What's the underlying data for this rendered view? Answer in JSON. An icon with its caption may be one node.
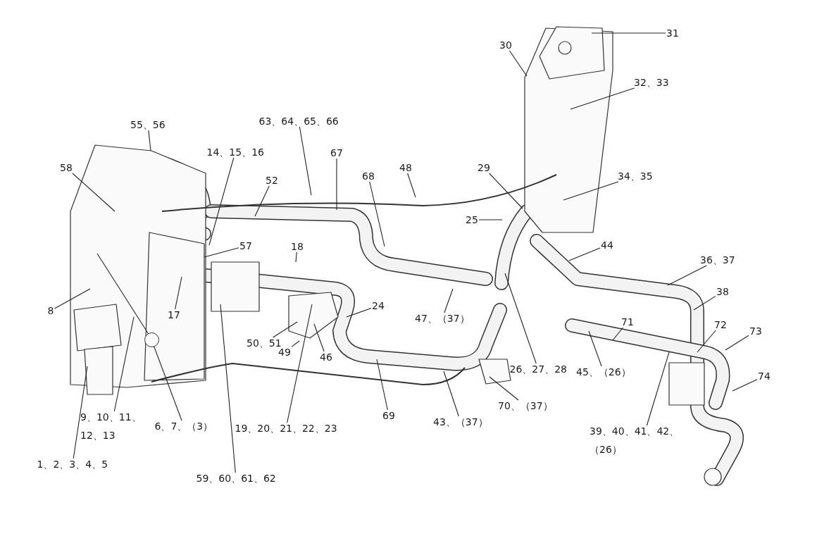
{
  "diagram": {
    "nodes": [
      {
        "text": [
          "31"
        ]
      },
      {
        "text": [
          "30"
        ]
      },
      {
        "text": [
          "32、33"
        ]
      },
      {
        "text": [
          "55、56"
        ]
      },
      {
        "text": [
          "63、64、65、66"
        ]
      },
      {
        "text": [
          "14、15、16"
        ]
      },
      {
        "text": [
          "67"
        ]
      },
      {
        "text": [
          "68"
        ]
      },
      {
        "text": [
          "48"
        ]
      },
      {
        "text": [
          "29"
        ]
      },
      {
        "text": [
          "34、35"
        ]
      },
      {
        "text": [
          "58"
        ]
      },
      {
        "text": [
          "52"
        ]
      },
      {
        "text": [
          "25"
        ]
      },
      {
        "text": [
          "57"
        ]
      },
      {
        "text": [
          "18"
        ]
      },
      {
        "text": [
          "44"
        ]
      },
      {
        "text": [
          "36、37"
        ]
      },
      {
        "text": [
          "8"
        ]
      },
      {
        "text": [
          "17"
        ]
      },
      {
        "text": [
          "24"
        ]
      },
      {
        "text": [
          "38"
        ]
      },
      {
        "text": [
          "47、（37）"
        ]
      },
      {
        "text": [
          "26、27、28"
        ]
      },
      {
        "text": [
          "50、51"
        ]
      },
      {
        "text": [
          "49"
        ]
      },
      {
        "text": [
          "46"
        ]
      },
      {
        "text": [
          "71"
        ]
      },
      {
        "text": [
          "72"
        ]
      },
      {
        "text": [
          "73"
        ]
      },
      {
        "text": [
          "74"
        ]
      },
      {
        "text": [
          "45、（26）"
        ]
      },
      {
        "text": [
          "9、10、11、12、13"
        ]
      },
      {
        "text": [
          "6、7、（3）"
        ]
      },
      {
        "text": [
          "1、2、3、4、5"
        ]
      },
      {
        "text": [
          "19、20、21、22、23"
        ]
      },
      {
        "text": [
          "59、60、61、62"
        ]
      },
      {
        "text": [
          "69"
        ]
      },
      {
        "text": [
          "43、（37）"
        ]
      },
      {
        "text": [
          "70、（37）"
        ]
      },
      {
        "text": [
          "39、40、41、42、（26）"
        ]
      },
      {
        "text": [],
        "shape": "circle"
      }
    ],
    "edges": [
      {
        "from": 0,
        "to": null,
        "arrow": "none"
      },
      {
        "from": 1,
        "to": null,
        "arrow": "none"
      },
      {
        "from": 2,
        "to": null,
        "arrow": "none"
      },
      {
        "from": 3,
        "to": null,
        "arrow": "none"
      },
      {
        "from": 4,
        "to": null,
        "arrow": "none"
      },
      {
        "from": 5,
        "to": null,
        "arrow": "none"
      },
      {
        "from": 6,
        "to": null,
        "arrow": "none"
      },
      {
        "from": 7,
        "to": null,
        "arrow": "none"
      },
      {
        "from": 8,
        "to": null,
        "arrow": "none"
      },
      {
        "from": 9,
        "to": null,
        "arrow": "none"
      },
      {
        "from": 10,
        "to": null,
        "arrow": "none"
      },
      {
        "from": 11,
        "to": null,
        "arrow": "none"
      },
      {
        "from": 12,
        "to": null,
        "arrow": "none"
      },
      {
        "from": 13,
        "to": null,
        "arrow": "none"
      },
      {
        "from": 14,
        "to": null,
        "arrow": "none"
      },
      {
        "from": 15,
        "to": null,
        "arrow": "none"
      },
      {
        "from": 16,
        "to": null,
        "arrow": "none"
      },
      {
        "from": 17,
        "to": null,
        "arrow": "none"
      },
      {
        "from": 18,
        "to": null,
        "arrow": "none"
      },
      {
        "from": 19,
        "to": null,
        "arrow": "none"
      },
      {
        "from": 20,
        "to": null,
        "arrow": "none"
      },
      {
        "from": 21,
        "to": null,
        "arrow": "none"
      },
      {
        "from": 22,
        "to": null,
        "arrow": "none"
      },
      {
        "from": 23,
        "to": null,
        "arrow": "none"
      },
      {
        "from": 24,
        "to": null,
        "arrow": "none"
      },
      {
        "from": 25,
        "to": null,
        "arrow": "none"
      },
      {
        "from": 26,
        "to": null,
        "arrow": "none"
      },
      {
        "from": 27,
        "to": null,
        "arrow": "none"
      },
      {
        "from": 28,
        "to": null,
        "arrow": "none"
      },
      {
        "from": 29,
        "to": null,
        "arrow": "none"
      },
      {
        "from": 30,
        "to": null,
        "arrow": "none"
      },
      {
        "from": 31,
        "to": null,
        "arrow": "none"
      },
      {
        "from": 32,
        "to": null,
        "arrow": "none"
      },
      {
        "from": 33,
        "to": 41,
        "arrow": "none"
      },
      {
        "from": 34,
        "to": null,
        "arrow": "none"
      },
      {
        "from": 35,
        "to": null,
        "arrow": "none"
      },
      {
        "from": 36,
        "to": null,
        "arrow": "none"
      },
      {
        "from": 37,
        "to": null,
        "arrow": "none"
      },
      {
        "from": 38,
        "to": null,
        "arrow": "none"
      },
      {
        "from": 39,
        "to": null,
        "arrow": "none"
      },
      {
        "from": 40,
        "to": null,
        "arrow": "none"
      }
    ]
  }
}
